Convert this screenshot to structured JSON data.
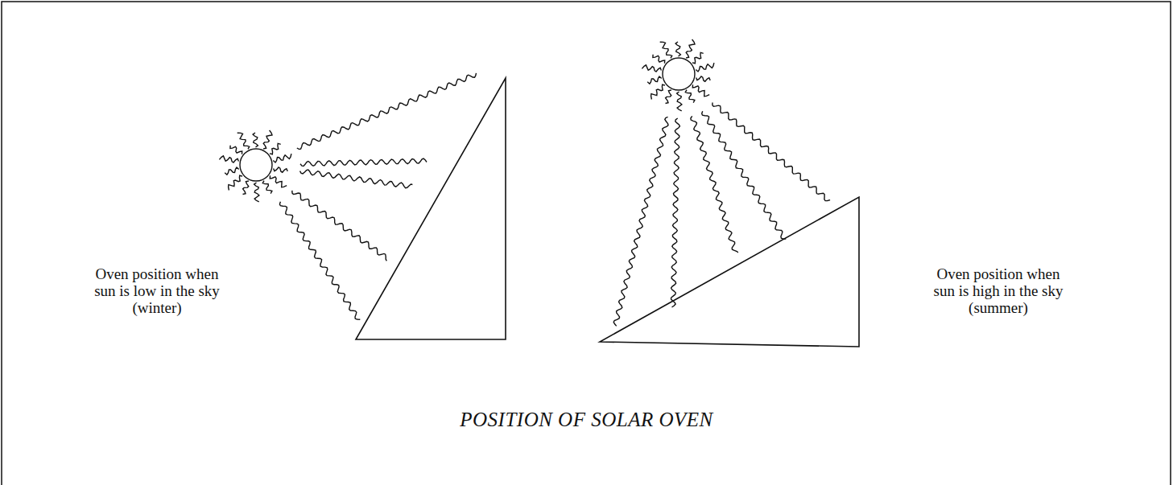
{
  "diagram": {
    "title": "POSITION OF SOLAR OVEN",
    "labels": [
      "Oven position when sun is low in the sky (winter)",
      "Oven position when sun is high in the sky (summer)"
    ]
  }
}
